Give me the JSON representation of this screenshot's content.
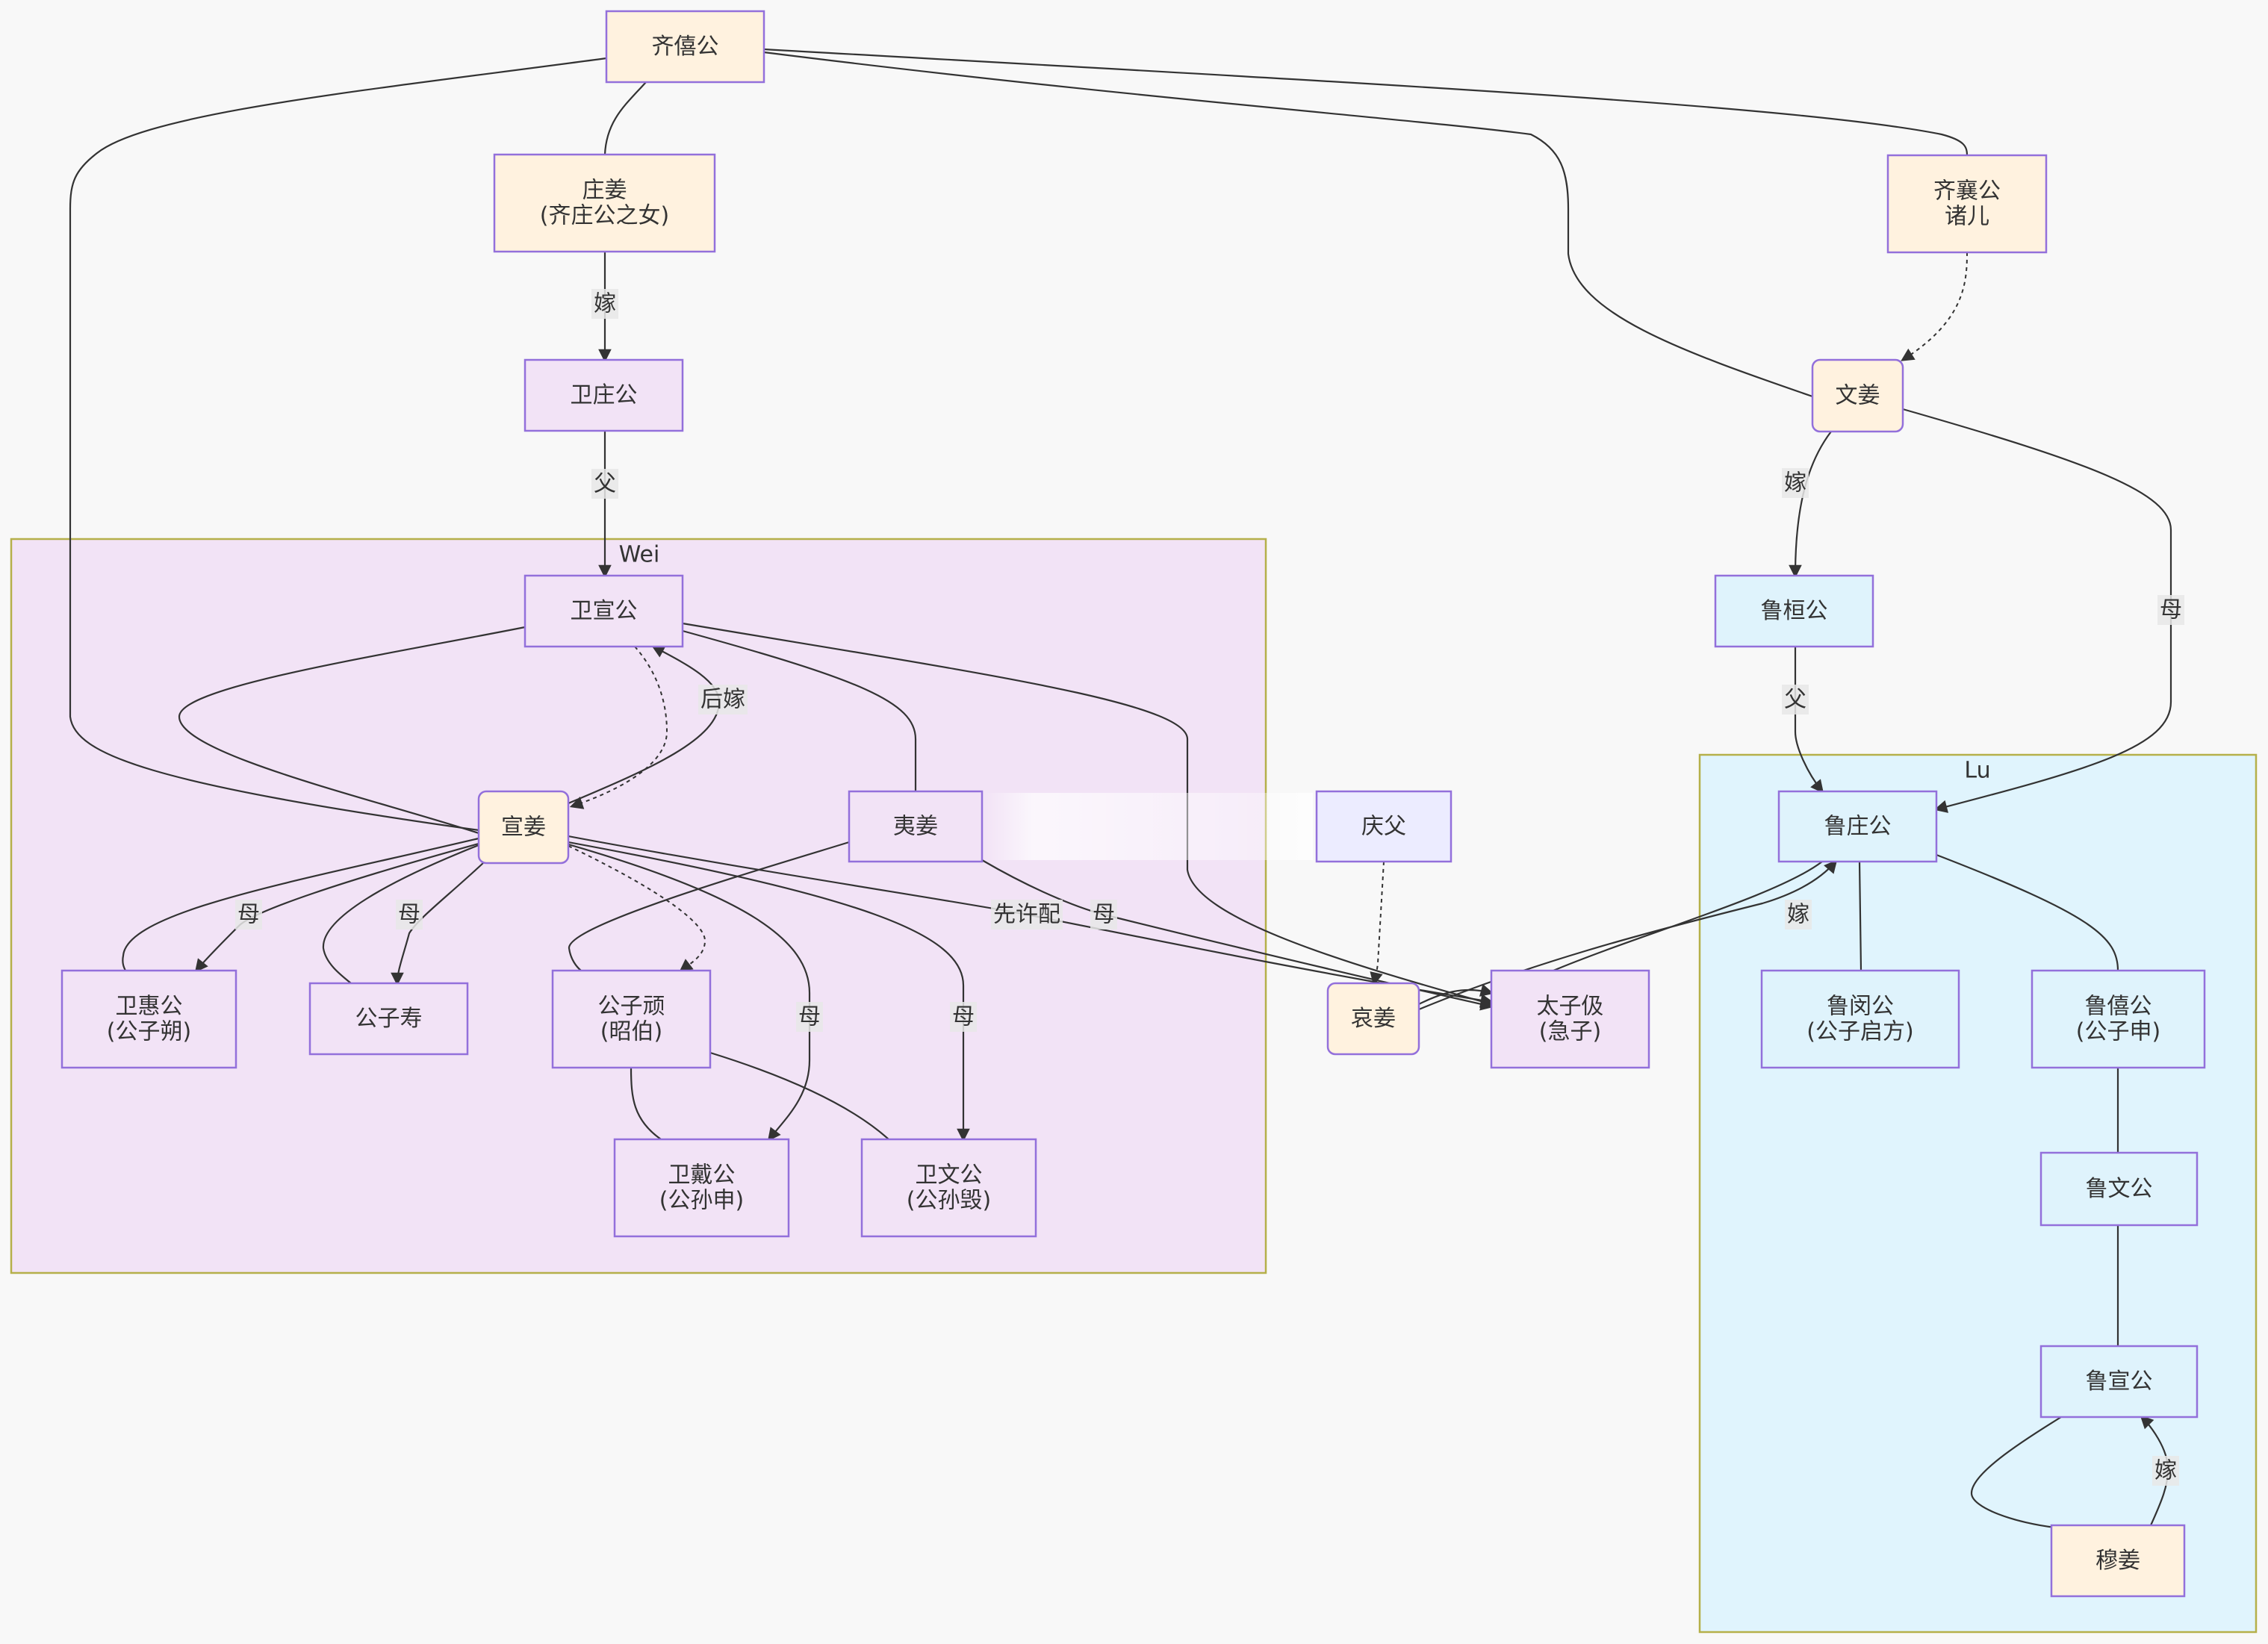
{
  "diagram": {
    "type": "flowchart",
    "colors": {
      "qi_node_fill": "#fff2df",
      "wei_node_fill": "#f2e3f6",
      "lu_node_fill": "#dff3fc",
      "other_node_fill": "#ececff",
      "node_stroke": "#9370db",
      "edge": "#333333",
      "wei_cluster_fill": "#f2e3f6",
      "lu_cluster_fill": "#e0f4fd",
      "cluster_stroke": "#b5b04a",
      "background": "#f8f8f8"
    },
    "clusters": [
      {
        "id": "wei",
        "title": "Wei"
      },
      {
        "id": "lu",
        "title": "Lu"
      }
    ],
    "nodes": [
      {
        "id": "qi_xi",
        "lines": [
          "齐僖公"
        ],
        "group": "qi",
        "shape": "rect"
      },
      {
        "id": "zhuang_jiang",
        "lines": [
          "庄姜",
          "(齐庄公之女)"
        ],
        "group": "qi",
        "shape": "rect"
      },
      {
        "id": "wei_zhuang",
        "lines": [
          "卫庄公"
        ],
        "group": "wei",
        "shape": "rect"
      },
      {
        "id": "qi_xiang",
        "lines": [
          "齐襄公",
          "诸儿"
        ],
        "group": "qi",
        "shape": "rect"
      },
      {
        "id": "wen_jiang",
        "lines": [
          "文姜"
        ],
        "group": "qi",
        "shape": "round"
      },
      {
        "id": "lu_huan",
        "lines": [
          "鲁桓公"
        ],
        "group": "lu",
        "shape": "rect"
      },
      {
        "id": "wei_xuan",
        "lines": [
          "卫宣公"
        ],
        "group": "wei",
        "shape": "rect"
      },
      {
        "id": "xuan_jiang",
        "lines": [
          "宣姜"
        ],
        "group": "qi",
        "shape": "round"
      },
      {
        "id": "yi_jiang",
        "lines": [
          "夷姜"
        ],
        "group": "wei",
        "shape": "rect"
      },
      {
        "id": "qing_fu",
        "lines": [
          "庆父"
        ],
        "group": "other",
        "shape": "rect"
      },
      {
        "id": "wei_hui",
        "lines": [
          "卫惠公",
          "(公子朔)"
        ],
        "group": "wei",
        "shape": "rect"
      },
      {
        "id": "gongzi_shou",
        "lines": [
          "公子寿"
        ],
        "group": "wei",
        "shape": "rect"
      },
      {
        "id": "gongzi_wan",
        "lines": [
          "公子顽",
          "(昭伯)"
        ],
        "group": "wei",
        "shape": "rect"
      },
      {
        "id": "wei_dai",
        "lines": [
          "卫戴公",
          "(公孙申)"
        ],
        "group": "wei",
        "shape": "rect"
      },
      {
        "id": "wei_wen",
        "lines": [
          "卫文公",
          "(公孙毁)"
        ],
        "group": "wei",
        "shape": "rect"
      },
      {
        "id": "ai_jiang",
        "lines": [
          "哀姜"
        ],
        "group": "qi",
        "shape": "round"
      },
      {
        "id": "taizi_ji",
        "lines": [
          "太子伋",
          "(急子)"
        ],
        "group": "wei",
        "shape": "rect"
      },
      {
        "id": "lu_zhuang",
        "lines": [
          "鲁庄公"
        ],
        "group": "lu",
        "shape": "rect"
      },
      {
        "id": "lu_min",
        "lines": [
          "鲁闵公",
          "(公子启方)"
        ],
        "group": "lu",
        "shape": "rect"
      },
      {
        "id": "lu_xi",
        "lines": [
          "鲁僖公",
          "(公子申)"
        ],
        "group": "lu",
        "shape": "rect"
      },
      {
        "id": "lu_wen",
        "lines": [
          "鲁文公"
        ],
        "group": "lu",
        "shape": "rect"
      },
      {
        "id": "lu_xuan",
        "lines": [
          "鲁宣公"
        ],
        "group": "lu",
        "shape": "rect"
      },
      {
        "id": "mu_jiang",
        "lines": [
          "穆姜"
        ],
        "group": "qi",
        "shape": "rect"
      }
    ],
    "edges": [
      {
        "id": "e1",
        "from": "qi_xi",
        "to": "xuan_jiang",
        "label": "",
        "style": "solid",
        "arrow": false
      },
      {
        "id": "e2",
        "from": "qi_xi",
        "to": "zhuang_jiang",
        "label": "",
        "style": "solid",
        "arrow": false
      },
      {
        "id": "e3",
        "from": "zhuang_jiang",
        "to": "wei_zhuang",
        "label": "嫁",
        "style": "solid",
        "arrow": true
      },
      {
        "id": "e4",
        "from": "wei_zhuang",
        "to": "wei_xuan",
        "label": "父",
        "style": "solid",
        "arrow": true
      },
      {
        "id": "e5",
        "from": "qi_xi",
        "to": "wen_jiang",
        "label": "",
        "style": "solid",
        "arrow": false
      },
      {
        "id": "e6",
        "from": "qi_xi",
        "to": "qi_xiang",
        "label": "",
        "style": "solid",
        "arrow": false
      },
      {
        "id": "e7",
        "from": "qi_xiang",
        "to": "wen_jiang",
        "label": "",
        "style": "dotted",
        "arrow": true
      },
      {
        "id": "e8",
        "from": "wen_jiang",
        "to": "lu_huan",
        "label": "嫁",
        "style": "solid",
        "arrow": true
      },
      {
        "id": "e9",
        "from": "wen_jiang",
        "to": "lu_zhuang",
        "label": "母",
        "style": "solid",
        "arrow": true
      },
      {
        "id": "e10",
        "from": "lu_huan",
        "to": "lu_zhuang",
        "label": "父",
        "style": "solid",
        "arrow": true
      },
      {
        "id": "e11",
        "from": "wei_xuan",
        "to": "xuan_jiang",
        "label": "",
        "style": "solid",
        "arrow": false
      },
      {
        "id": "e12",
        "from": "wei_xuan",
        "to": "xuan_jiang",
        "label": "",
        "style": "dotted",
        "arrow": true
      },
      {
        "id": "e13",
        "from": "xuan_jiang",
        "to": "wei_xuan",
        "label": "后嫁",
        "style": "solid",
        "arrow": true
      },
      {
        "id": "e14",
        "from": "wei_xuan",
        "to": "yi_jiang",
        "label": "",
        "style": "solid",
        "arrow": false
      },
      {
        "id": "e15",
        "from": "wei_xuan",
        "to": "taizi_ji",
        "label": "",
        "style": "solid",
        "arrow": true
      },
      {
        "id": "e16",
        "from": "xuan_jiang",
        "to": "wei_hui",
        "label": "",
        "style": "solid",
        "arrow": false
      },
      {
        "id": "e17",
        "from": "xuan_jiang",
        "to": "wei_hui",
        "label": "母",
        "style": "solid",
        "arrow": true
      },
      {
        "id": "e18",
        "from": "xuan_jiang",
        "to": "gongzi_shou",
        "label": "",
        "style": "solid",
        "arrow": false
      },
      {
        "id": "e19",
        "from": "xuan_jiang",
        "to": "gongzi_shou",
        "label": "母",
        "style": "solid",
        "arrow": true
      },
      {
        "id": "e20",
        "from": "xuan_jiang",
        "to": "gongzi_wan",
        "label": "",
        "style": "dotted",
        "arrow": true
      },
      {
        "id": "e21",
        "from": "yi_jiang",
        "to": "gongzi_wan",
        "label": "",
        "style": "solid",
        "arrow": false
      },
      {
        "id": "e22",
        "from": "xuan_jiang",
        "to": "wei_dai",
        "label": "母",
        "style": "solid",
        "arrow": true
      },
      {
        "id": "e23",
        "from": "xuan_jiang",
        "to": "wei_wen",
        "label": "母",
        "style": "solid",
        "arrow": true
      },
      {
        "id": "e24",
        "from": "xuan_jiang",
        "to": "taizi_ji",
        "label": "先许配",
        "style": "solid",
        "arrow": true
      },
      {
        "id": "e25",
        "from": "yi_jiang",
        "to": "taizi_ji",
        "label": "母",
        "style": "solid",
        "arrow": true
      },
      {
        "id": "e26",
        "from": "gongzi_wan",
        "to": "wei_dai",
        "label": "",
        "style": "solid",
        "arrow": false
      },
      {
        "id": "e27",
        "from": "gongzi_wan",
        "to": "wei_wen",
        "label": "",
        "style": "solid",
        "arrow": false
      },
      {
        "id": "e28",
        "from": "qing_fu",
        "to": "ai_jiang",
        "label": "",
        "style": "dotted",
        "arrow": true
      },
      {
        "id": "e29",
        "from": "ai_jiang",
        "to": "taizi_ji",
        "label": "",
        "style": "solid",
        "arrow": true
      },
      {
        "id": "e30",
        "from": "taizi_ji",
        "to": "lu_zhuang",
        "label": "",
        "style": "solid",
        "arrow": false
      },
      {
        "id": "e31",
        "from": "ai_jiang",
        "to": "lu_zhuang",
        "label": "嫁",
        "style": "solid",
        "arrow": true
      },
      {
        "id": "e32",
        "from": "lu_zhuang",
        "to": "lu_min",
        "label": "",
        "style": "solid",
        "arrow": false
      },
      {
        "id": "e33",
        "from": "lu_zhuang",
        "to": "lu_xi",
        "label": "",
        "style": "solid",
        "arrow": false
      },
      {
        "id": "e34",
        "from": "lu_xi",
        "to": "lu_wen",
        "label": "",
        "style": "solid",
        "arrow": false
      },
      {
        "id": "e35",
        "from": "lu_wen",
        "to": "lu_xuan",
        "label": "",
        "style": "solid",
        "arrow": false
      },
      {
        "id": "e36",
        "from": "lu_xuan",
        "to": "mu_jiang",
        "label": "",
        "style": "solid",
        "arrow": false
      },
      {
        "id": "e37",
        "from": "mu_jiang",
        "to": "lu_xuan",
        "label": "嫁",
        "style": "solid",
        "arrow": true
      }
    ]
  }
}
